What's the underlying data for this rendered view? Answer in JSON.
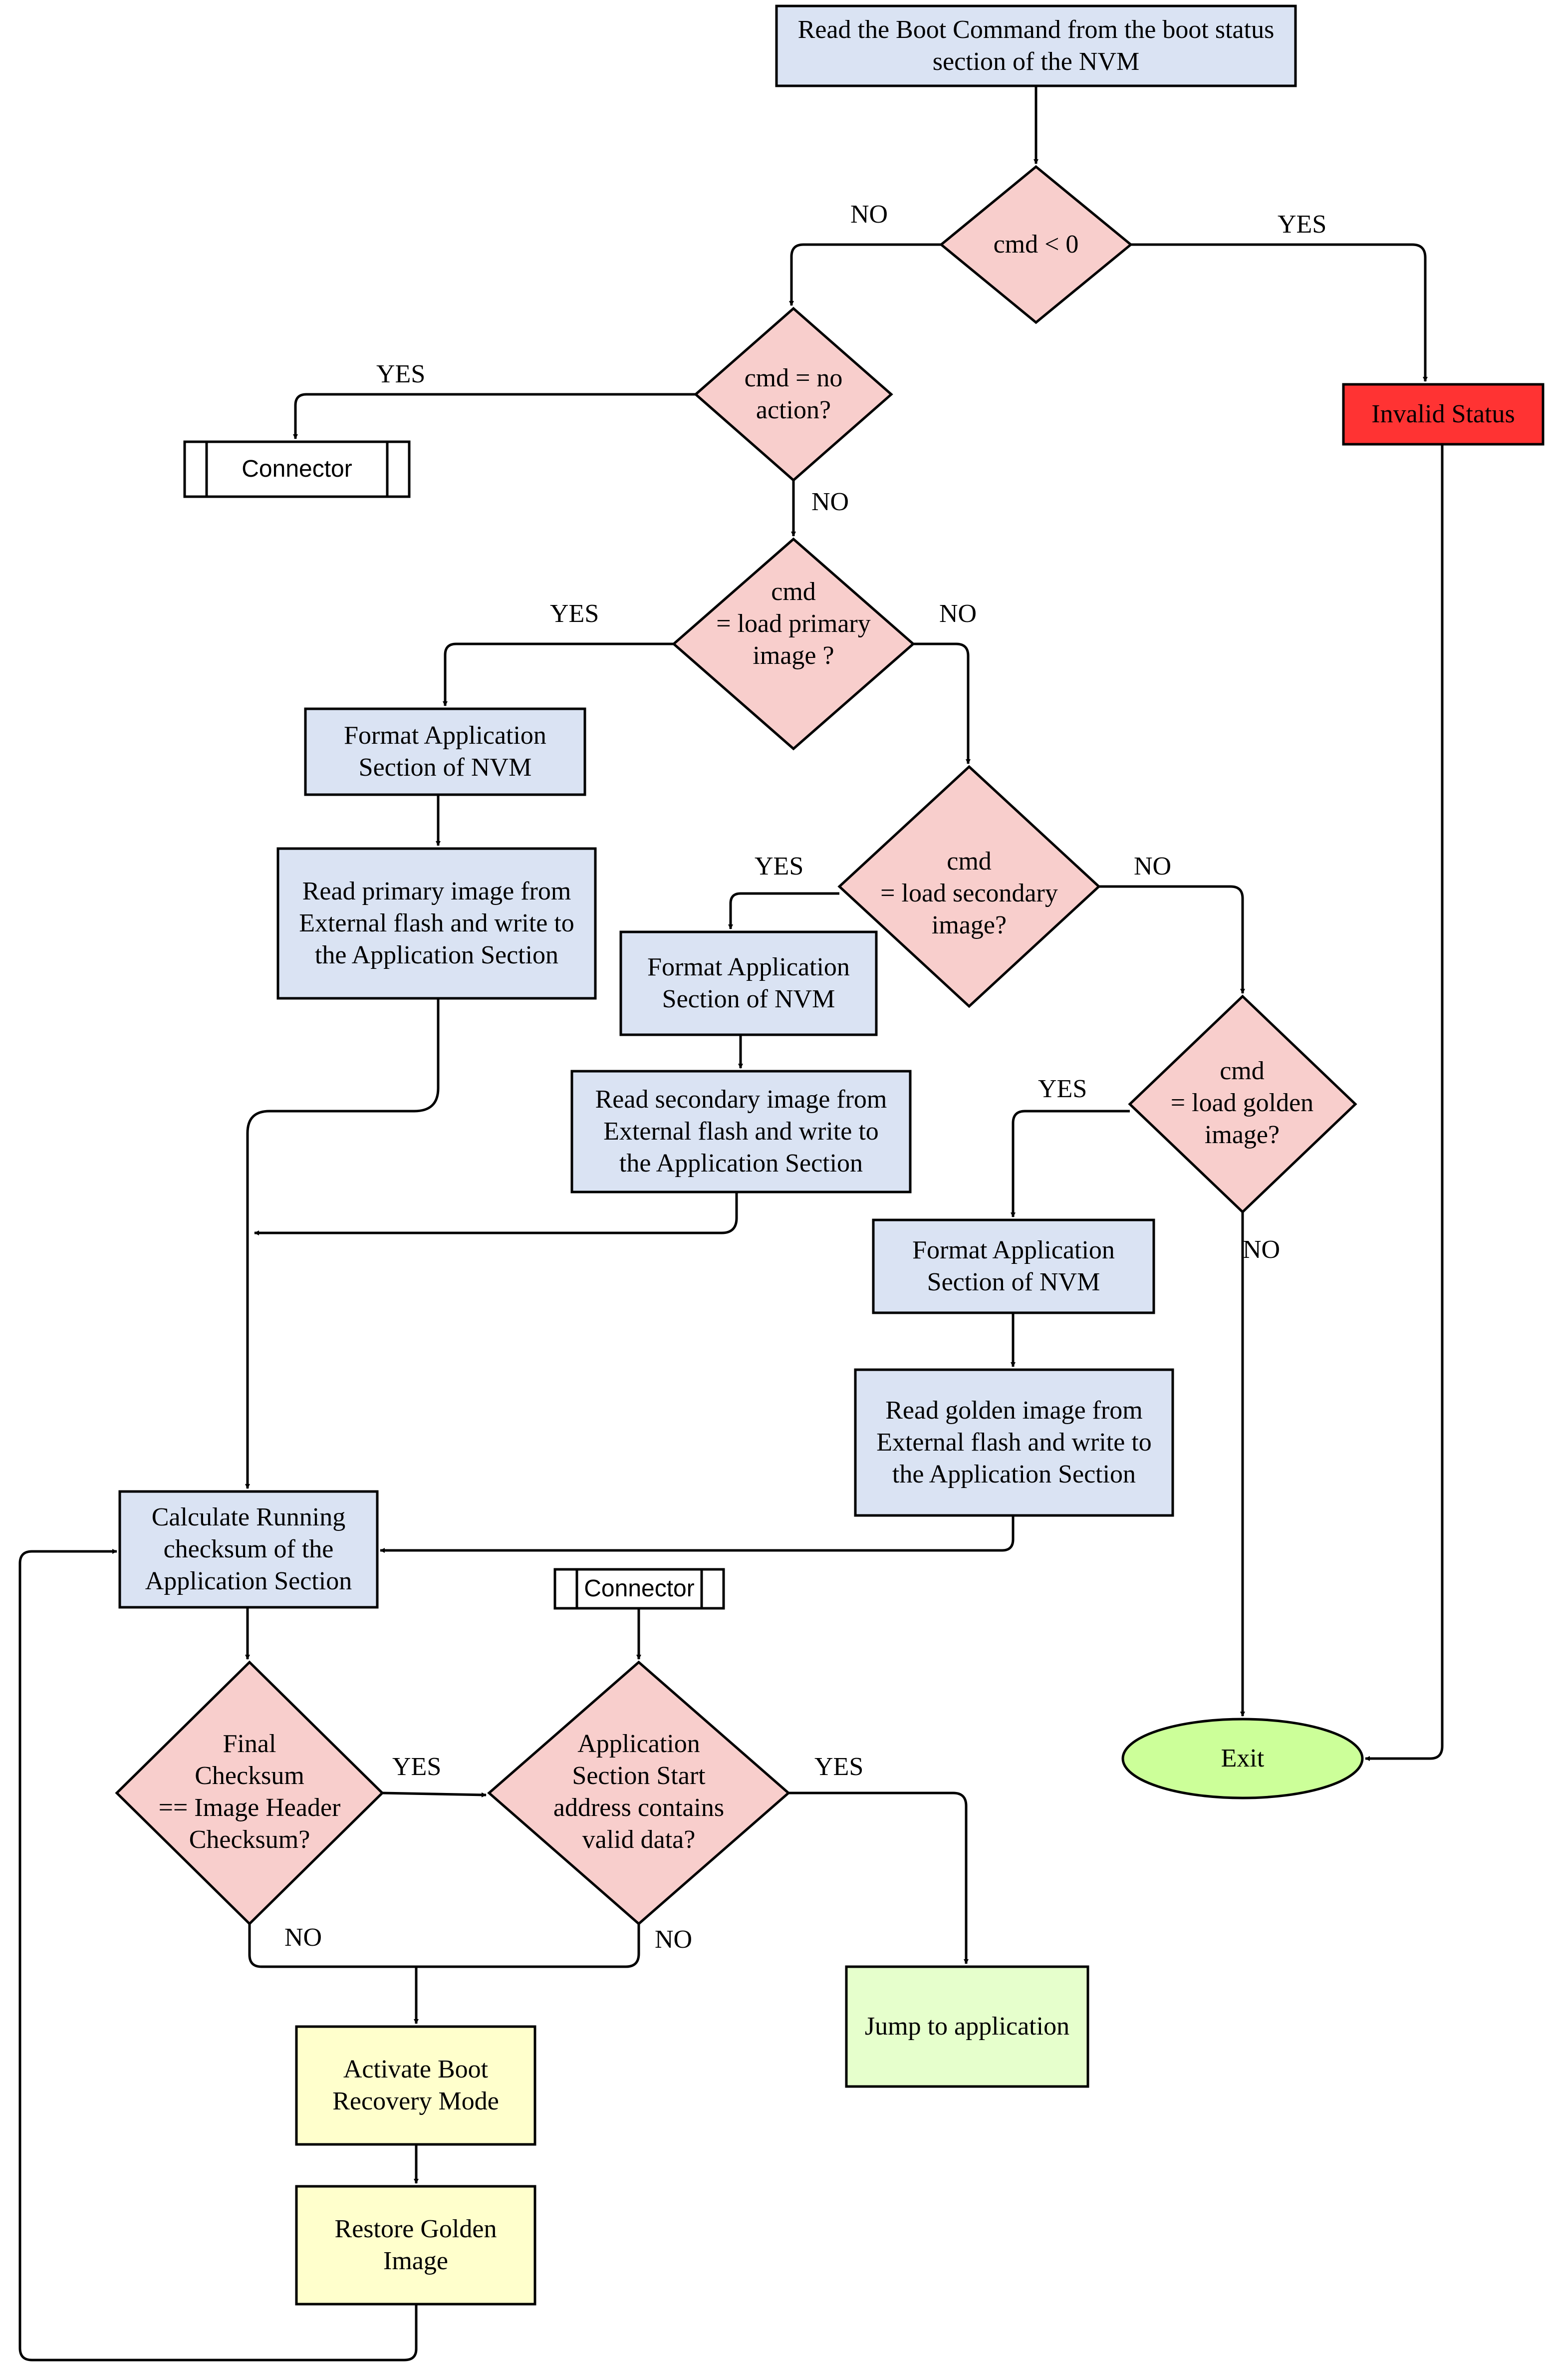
{
  "colors": {
    "process": "#dae3f3",
    "decision": "#f8cecc",
    "error": "#ff3333",
    "terminal": "#ccff99",
    "success": "#e6ffcc",
    "recovery": "#ffffcc",
    "connector": "#ffffff",
    "stroke": "#000000"
  },
  "nodes": {
    "read_boot_cmd": "Read the Boot Command from the boot status section of the NVM",
    "cmd_lt_0": "cmd < 0",
    "invalid_status": "Invalid Status",
    "cmd_no_action": "cmd = no action?",
    "connector_top": "Connector",
    "cmd_load_primary": "cmd\n= load primary\nimage ?",
    "format_nvm_primary": "Format Application\nSection of NVM",
    "read_primary": "Read primary image from\nExternal flash and write to\nthe Application Section",
    "cmd_load_secondary": "cmd\n= load secondary\nimage?",
    "format_nvm_secondary": "Format Application\nSection of NVM",
    "read_secondary": "Read secondary image from\nExternal flash and write to\nthe Application Section",
    "cmd_load_golden": "cmd\n= load golden\nimage?",
    "format_nvm_golden": "Format Application\nSection of NVM",
    "read_golden": "Read golden image from\nExternal flash and write to\nthe Application Section",
    "calc_checksum": "Calculate Running\nchecksum of the\nApplication Section",
    "connector_bottom": "Connector",
    "checksum_match": "Final\nChecksum\n== Image Header\nChecksum?",
    "valid_data": "Application\nSection Start\naddress contains\nvalid data?",
    "exit": "Exit",
    "jump_app": "Jump to application",
    "activate_recovery": "Activate Boot\nRecovery Mode",
    "restore_golden": "Restore Golden\nImage"
  },
  "edge_labels": {
    "cmd_lt_0_no": "NO",
    "cmd_lt_0_yes": "YES",
    "no_action_yes": "YES",
    "no_action_no": "NO",
    "primary_yes": "YES",
    "primary_no": "NO",
    "secondary_yes": "YES",
    "secondary_no": "NO",
    "golden_yes": "YES",
    "golden_no": "NO",
    "checksum_yes": "YES",
    "checksum_no": "NO",
    "valid_yes": "YES",
    "valid_no": "NO"
  }
}
